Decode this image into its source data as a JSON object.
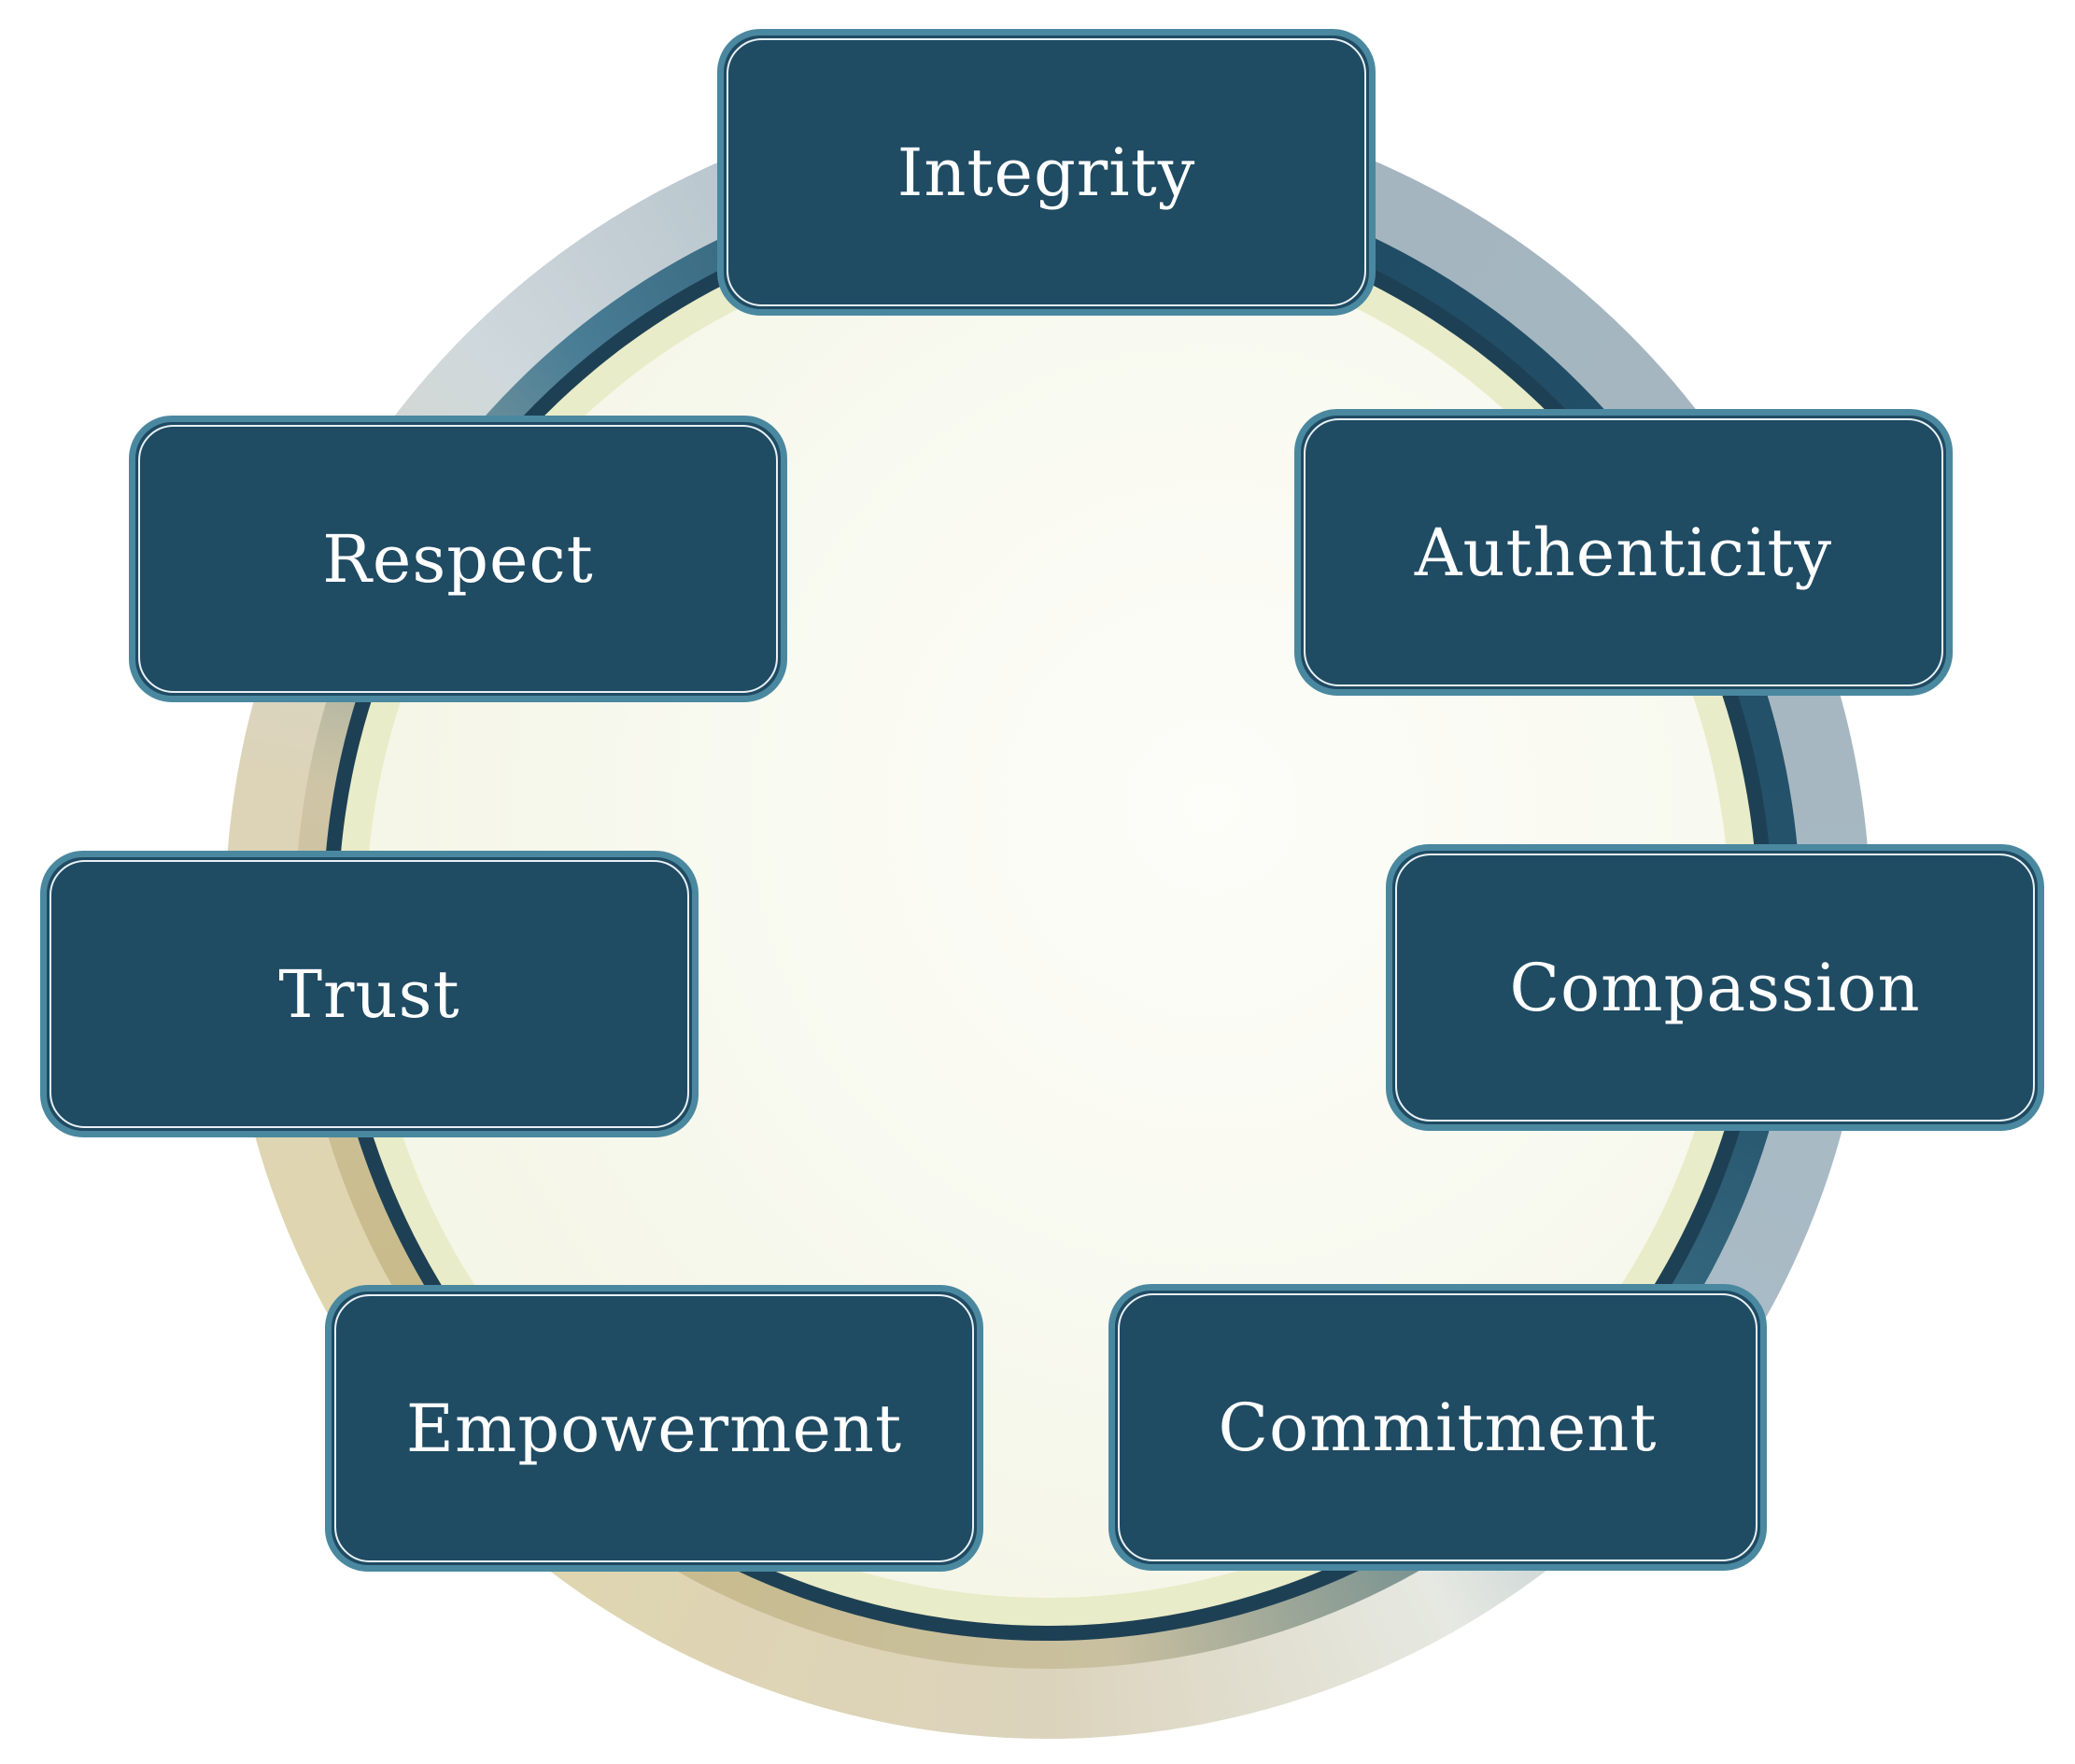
{
  "diagram": {
    "type": "cycle",
    "nodes": [
      {
        "label": "Integrity"
      },
      {
        "label": "Authenticity"
      },
      {
        "label": "Compassion"
      },
      {
        "label": "Commitment"
      },
      {
        "label": "Empowerment"
      },
      {
        "label": "Trust"
      },
      {
        "label": "Respect"
      }
    ]
  },
  "colors": {
    "node_fill": "#1f4b63",
    "node_border": "#4a88a0",
    "ring_blue": "#a6b7c1",
    "ring_beige": "#ddd4b8"
  }
}
